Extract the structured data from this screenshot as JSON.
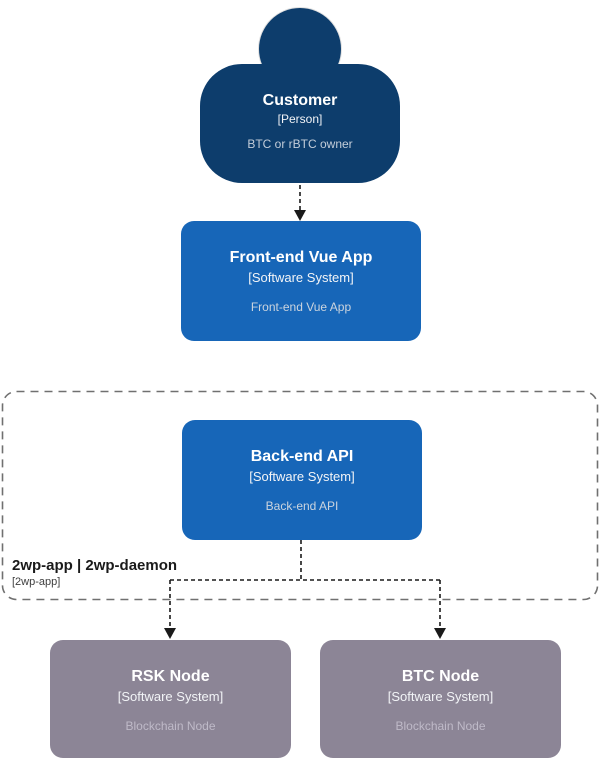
{
  "diagram": {
    "type": "c4-system-context",
    "nodes": {
      "customer": {
        "title": "Customer",
        "meta": "[Person]",
        "description": "BTC or rBTC owner",
        "shape": "person",
        "fill": "#0D3D6C",
        "text_color": "#FFFFFF"
      },
      "frontend": {
        "title": "Front-end Vue App",
        "meta": "[Software System]",
        "description": "Front-end Vue App",
        "shape": "rounded-box",
        "fill": "#1766B8",
        "text_color": "#FFFFFF"
      },
      "backend": {
        "title": "Back-end API",
        "meta": "[Software System]",
        "description": "Back-end API",
        "shape": "rounded-box",
        "fill": "#1766B8",
        "text_color": "#FFFFFF"
      },
      "rsk_node": {
        "title": "RSK Node",
        "meta": "[Software System]",
        "description": "Blockchain Node",
        "shape": "rounded-box",
        "fill": "#8C8596",
        "text_color": "#FFFFFF"
      },
      "btc_node": {
        "title": "BTC Node",
        "meta": "[Software System]",
        "description": "Blockchain Node",
        "shape": "rounded-box",
        "fill": "#8C8596",
        "text_color": "#FFFFFF"
      }
    },
    "boundary": {
      "title": "2wp-app | 2wp-daemon",
      "meta": "[2wp-app]",
      "stroke": "#707070"
    },
    "edges": [
      {
        "from": "customer",
        "to": "frontend",
        "style": "dashed-arrow"
      },
      {
        "from": "backend",
        "to": "rsk_node",
        "style": "dashed-arrow"
      },
      {
        "from": "backend",
        "to": "btc_node",
        "style": "dashed-arrow"
      }
    ],
    "colors": {
      "person_fill": "#0D3D6C",
      "software_system_fill": "#1766B8",
      "external_system_fill": "#8C8596",
      "boundary_stroke": "#707070",
      "edge_stroke": "#1A1A1A",
      "background": "#FFFFFF"
    }
  }
}
